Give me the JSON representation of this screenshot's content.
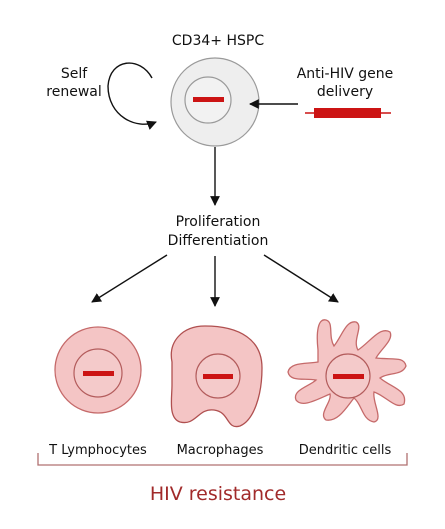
{
  "diagram": {
    "top": {
      "title": "CD34+ HSPC",
      "self_renewal": {
        "line1": "Self",
        "line2": "renewal"
      },
      "gene_delivery": {
        "line1": "Anti-HIV gene",
        "line2": "delivery"
      }
    },
    "middle": {
      "line1": "Proliferation",
      "line2": "Differentiation"
    },
    "cells": {
      "t_lymphocytes": "T Lymphocytes",
      "macrophages": "Macrophages",
      "dendritic_cells": "Dendritic cells"
    },
    "footer": "HIV resistance"
  },
  "colors": {
    "stem_cell_fill": "#eeeeee",
    "cell_fill": "#f4c5c5",
    "cell_stroke": "#c56a6a",
    "gene_red": "#cc1414",
    "footer_red": "#a12a2a",
    "arrow": "#111111"
  }
}
